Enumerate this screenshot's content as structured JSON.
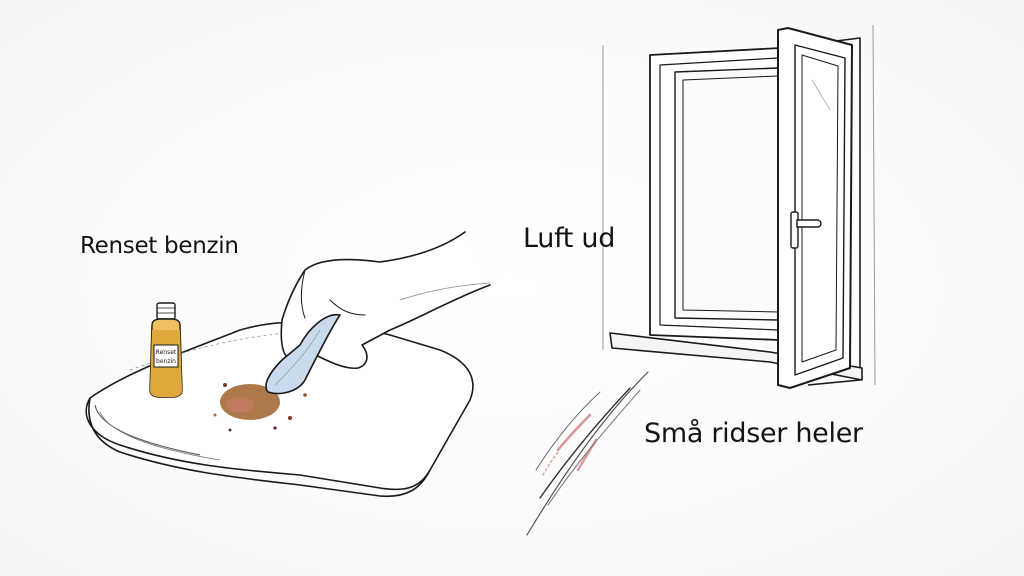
{
  "illustration": {
    "panels": [
      {
        "id": "cleaning",
        "label": "Renset benzin",
        "bottle_label": "Renset benzin",
        "elements": [
          "hand-with-cloth",
          "folded-towel",
          "stain",
          "benzin-bottle"
        ]
      },
      {
        "id": "ventilation",
        "label": "Luft ud",
        "elements": [
          "open-window",
          "window-handle",
          "window-sill"
        ]
      },
      {
        "id": "scratches",
        "label": "Små ridser heler",
        "elements": [
          "scratch-marks"
        ]
      }
    ],
    "colors": {
      "ink": "#1a1a1a",
      "stain": "#a0622a",
      "bottle_liquid": "#e0a83a",
      "cloth": "#b9cde0",
      "scratch_red": "#c0505a",
      "background": "#fdfdfc"
    }
  }
}
